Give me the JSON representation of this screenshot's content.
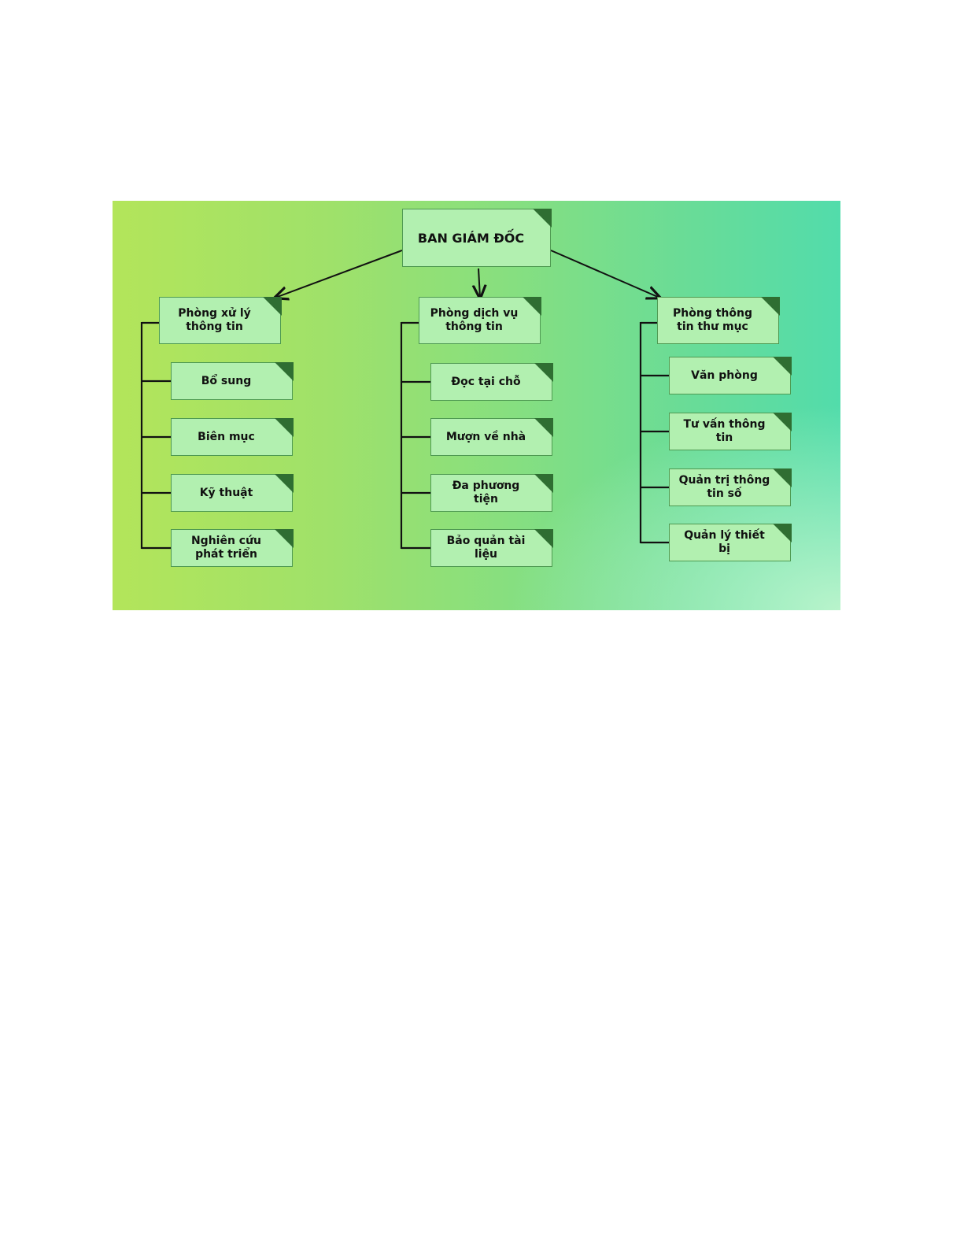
{
  "root": {
    "label": "BAN GIÁM ĐỐC"
  },
  "columns": [
    {
      "head": "Phòng xử lý thông tin",
      "children": [
        "Bổ sung",
        "Biên mục",
        "Kỹ thuật",
        "Nghiên cứu phát triển"
      ]
    },
    {
      "head": "Phòng dịch vụ thông tin",
      "children": [
        "Đọc tại chỗ",
        "Mượn về nhà",
        "Đa phương tiện",
        "Bảo quản tài liệu"
      ]
    },
    {
      "head": "Phòng thông tin thư mục",
      "children": [
        "Văn phòng",
        "Tư vấn thông tin",
        "Quản trị thông tin số",
        "Quản lý thiết bị"
      ]
    }
  ],
  "colors": {
    "box": "#b2f0b0",
    "fold": "#2f6e32",
    "line": "#111111"
  }
}
